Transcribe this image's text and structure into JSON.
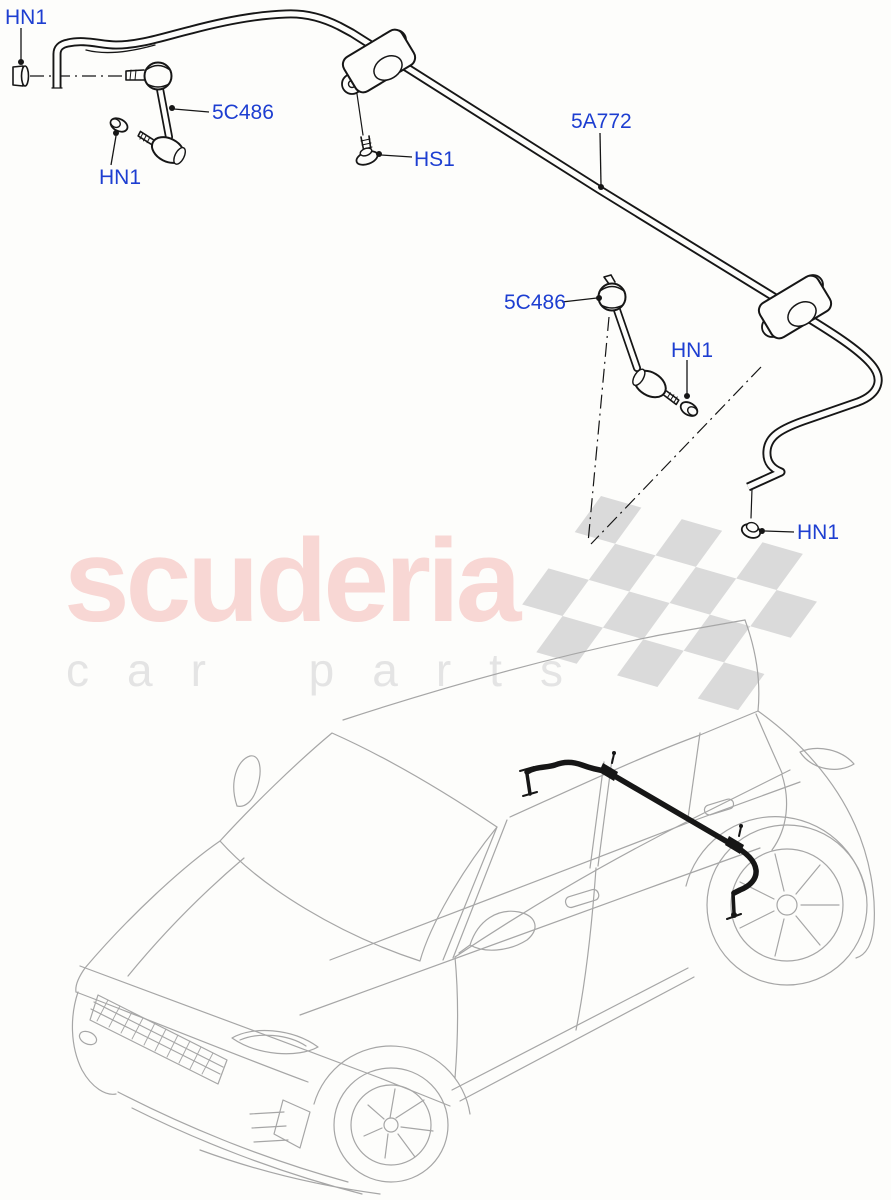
{
  "page": {
    "background": "#fdfdfb"
  },
  "watermark": {
    "brand": "scuderia",
    "tagline": "car parts",
    "brand_color": "#f8d7d4",
    "tagline_color": "#e4e4e4",
    "checker_color": "#dadada"
  },
  "diagram": {
    "label_color": "#1d3ed1",
    "line_color": "#161616",
    "car_line_color": "#a6a6a6",
    "labels": [
      {
        "id": "nut-top-left",
        "text": "HN1"
      },
      {
        "id": "link-upper",
        "text": "5C486"
      },
      {
        "id": "nut-link-upper",
        "text": "HN1"
      },
      {
        "id": "bracket-bolt",
        "text": "HS1"
      },
      {
        "id": "stabilizer-bar",
        "text": "5A772"
      },
      {
        "id": "link-lower",
        "text": "5C486"
      },
      {
        "id": "nut-link-lower",
        "text": "HN1"
      },
      {
        "id": "nut-bar-end",
        "text": "HN1"
      }
    ]
  }
}
